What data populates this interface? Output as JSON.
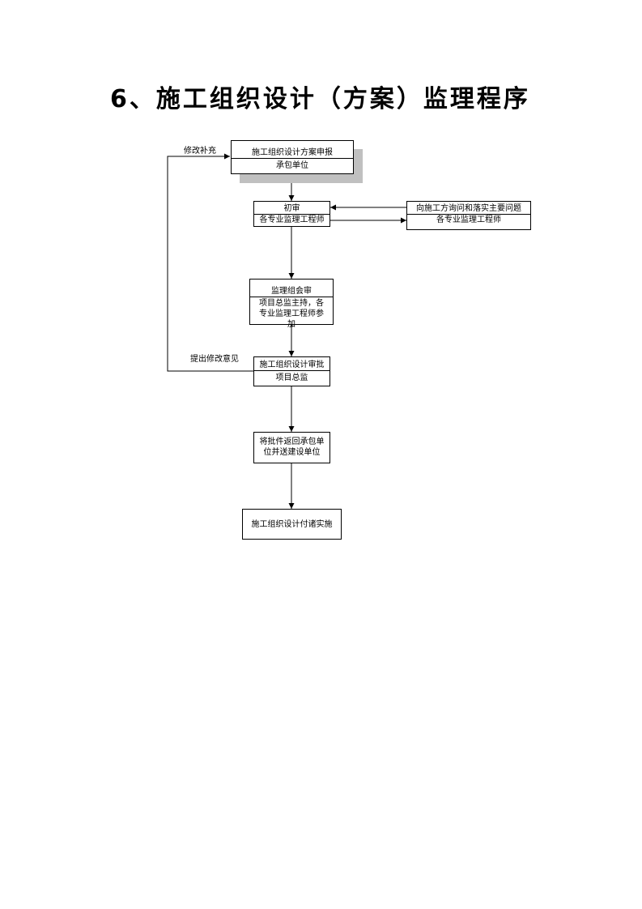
{
  "title": "6、施工组织设计（方案）监理程序",
  "nodes": {
    "submit": {
      "top": "施工组织设计方案申报",
      "bottom": "承包单位"
    },
    "initial_review": {
      "top": "初审",
      "bottom": "各专业监理工程师"
    },
    "inquiry": {
      "top": "向施工方询问和落实主要问题",
      "bottom": "各专业监理工程师"
    },
    "meeting_review": {
      "top": "监理组会审",
      "bottom": "项目总监主持，各专业监理工程师参加"
    },
    "approval": {
      "top": "施工组织设计审批",
      "bottom": "项目总监"
    },
    "return": {
      "text": "将批件返回承包单位并送建设单位"
    },
    "implement": {
      "text": "施工组织设计付诸实施"
    }
  },
  "labels": {
    "modify_supplement": "修改补充",
    "propose_modification": "提出修改意见"
  }
}
